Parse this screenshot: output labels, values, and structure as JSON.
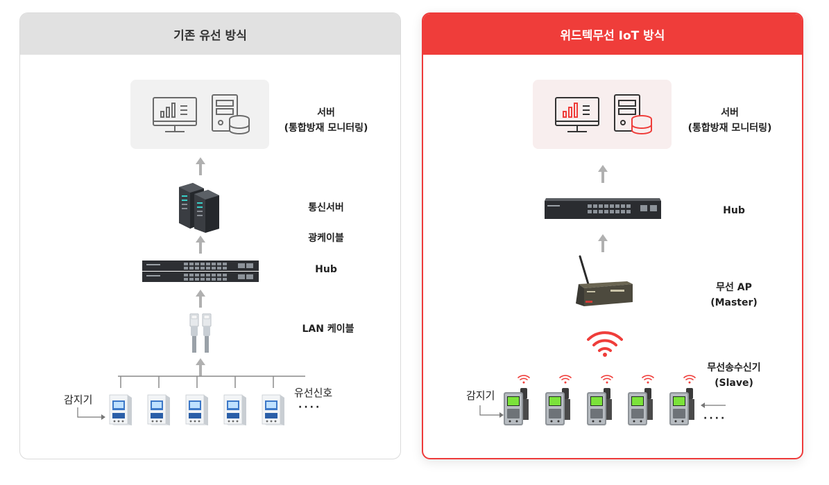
{
  "left_panel": {
    "title": "기존 유선 방식",
    "server_label_1": "서버",
    "server_label_2": "(통합방재 모니터링)",
    "comm_server_label": "통신서버",
    "fiber_cable_label": "광케이블",
    "hub_label": "Hub",
    "lan_cable_label": "LAN 케이블",
    "wired_signal_label": "유선신호",
    "detector_label": "감지기",
    "ellipsis": "····"
  },
  "right_panel": {
    "title": "위드텍무선 IoT 방식",
    "server_label_1": "서버",
    "server_label_2": "(통합방재 모니터링)",
    "hub_label": "Hub",
    "ap_label_1": "무선 AP",
    "ap_label_2": "(Master)",
    "transceiver_label_1": "무선송수신기",
    "transceiver_label_2": "(Slave)",
    "detector_label": "감지기",
    "ellipsis": "····"
  },
  "colors": {
    "accent_red": "#ef3d3a",
    "header_gray": "#e1e1e1",
    "arrow_gray": "#b0b0b0",
    "icon_gray": "#6a6a6a"
  }
}
